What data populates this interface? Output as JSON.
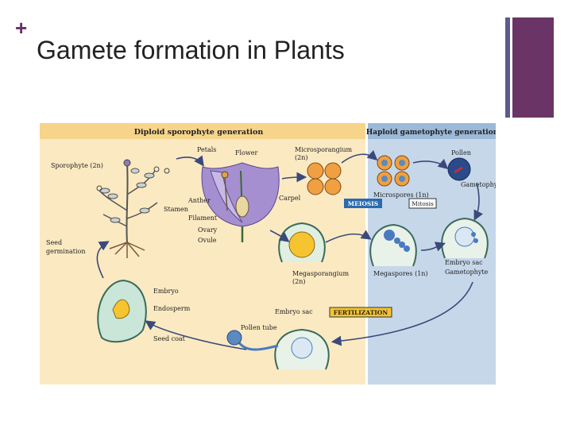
{
  "slide": {
    "plus": "+",
    "title": "Gamete formation in Plants"
  },
  "colors": {
    "accent_purple": "#6a3466",
    "accent_blue_bar": "#5a5d8a",
    "diploid_bg": "#fbe9c2",
    "diploid_header": "#f6d48a",
    "haploid_bg": "#c6d7ea",
    "haploid_header": "#9bb9d8"
  },
  "diagram": {
    "diploid_header": "Diploid sporophyte generation",
    "haploid_header": "Haploid gametophyte generation",
    "labels": {
      "sporophyte": "Sporophyte (2n)",
      "petals": "Petals",
      "flower": "Flower",
      "anther": "Anther",
      "stamen": "Stamen",
      "filament": "Filament",
      "ovary": "Ovary",
      "ovule": "Ovule",
      "carpel": "Carpel",
      "microsporangium": "Microsporangium",
      "microsporangium_ploidy": "(2n)",
      "microspores": "Microspores (1n)",
      "pollen": "Pollen",
      "gametophyte_male": "Gametophyte",
      "meiosis": "MEIOSIS",
      "mitosis": "Mitosis",
      "megasporangium": "Megasporangium",
      "megasporangium_ploidy": "(2n)",
      "megaspores": "Megaspores (1n)",
      "embryo_sac_right": "Embryo sac",
      "gametophyte_female": "Gametophyte",
      "seed_germination_1": "Seed",
      "seed_germination_2": "germination",
      "embryo": "Embryo",
      "endosperm": "Endosperm",
      "seed_coat": "Seed coat",
      "embryo_sac": "Embryo sac",
      "fertilization": "FERTILIZATION",
      "pollen_tube": "Pollen tube"
    }
  }
}
